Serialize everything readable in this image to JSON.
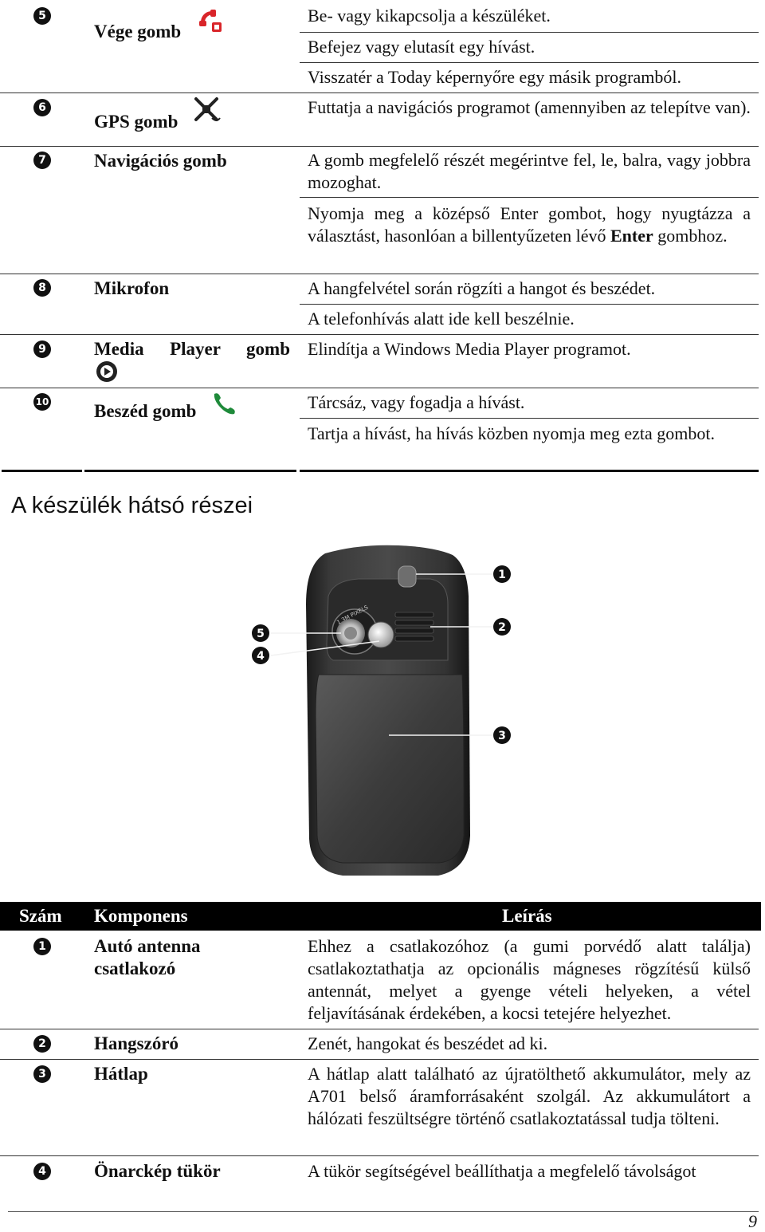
{
  "upper_rows": [
    {
      "num": "5",
      "component": "Vége gomb",
      "icon": "end-call-icon",
      "desc": [
        "Be- vagy kikapcsolja a készüléket.",
        "Befejez vagy elutasít egy hívást.",
        "Visszatér a Today képernyőre egy másik programból."
      ]
    },
    {
      "num": "6",
      "component": "GPS gomb",
      "icon": "gps-satellite-icon",
      "desc": [
        "Futtatja a navigációs programot (amennyiben az telepítve van)."
      ]
    },
    {
      "num": "7",
      "component": "Navigációs gomb",
      "desc": [
        "A gomb megfelelő részét megérintve fel, le, balra, vagy jobbra mozoghat.",
        "Nyomja meg a középső Enter gombot, hogy nyugtázza a választást, hasonlóan a billentyűzeten lévő",
        "Enter",
        "gombhoz."
      ]
    },
    {
      "num": "8",
      "component": "Mikrofon",
      "desc": [
        "A hangfelvétel során rögzíti a hangot és beszédet.",
        "A telefonhívás alatt ide kell beszélnie."
      ]
    },
    {
      "num": "9",
      "component": "Media Player gomb",
      "icon": "media-player-icon",
      "desc": [
        "Elindítja a Windows Media Player programot."
      ]
    },
    {
      "num": "10",
      "component": "Beszéd gomb",
      "icon": "call-icon",
      "desc": [
        "Tárcsáz, vagy fogadja a hívást.",
        "Tartja a hívást, ha hívás közben nyomja meg ezta gombot."
      ]
    }
  ],
  "section_title": "A készülék hátsó részei",
  "image_callouts": [
    "1",
    "2",
    "3",
    "4",
    "5"
  ],
  "camera_ring_text": "1.3M PIXELS",
  "table_header": {
    "num": "Szám",
    "component": "Komponens",
    "desc": "Leírás"
  },
  "lower_rows": [
    {
      "num": "1",
      "component": [
        "Autó antenna",
        "csatlakozó"
      ],
      "desc": "Ehhez a csatlakozóhoz (a gumi porvédő alatt találja) csatlakoztathatja az opcionális mágneses rögzítésű külső antennát, melyet a gyenge vételi helyeken, a vétel feljavításának érdekében, a kocsi tetejére helyezhet."
    },
    {
      "num": "2",
      "component": [
        "Hangszóró"
      ],
      "desc": "Zenét, hangokat és beszédet ad ki."
    },
    {
      "num": "3",
      "component": [
        "Hátlap"
      ],
      "desc": "A hátlap alatt található az újratölthető akkumulátor, mely az A701 belső áramforrásaként szolgál. Az akkumulátort a hálózati feszültségre történő csatlakoztatással tudja tölteni."
    },
    {
      "num": "4",
      "component": [
        "Önarckép tükör"
      ],
      "desc": "A tükör segítségével beállíthatja a megfelelő távolságot"
    }
  ],
  "page_number": "9",
  "colors": {
    "end_icon": "#d9252a",
    "call_icon": "#1e8a3a",
    "header_bg": "#000000"
  }
}
